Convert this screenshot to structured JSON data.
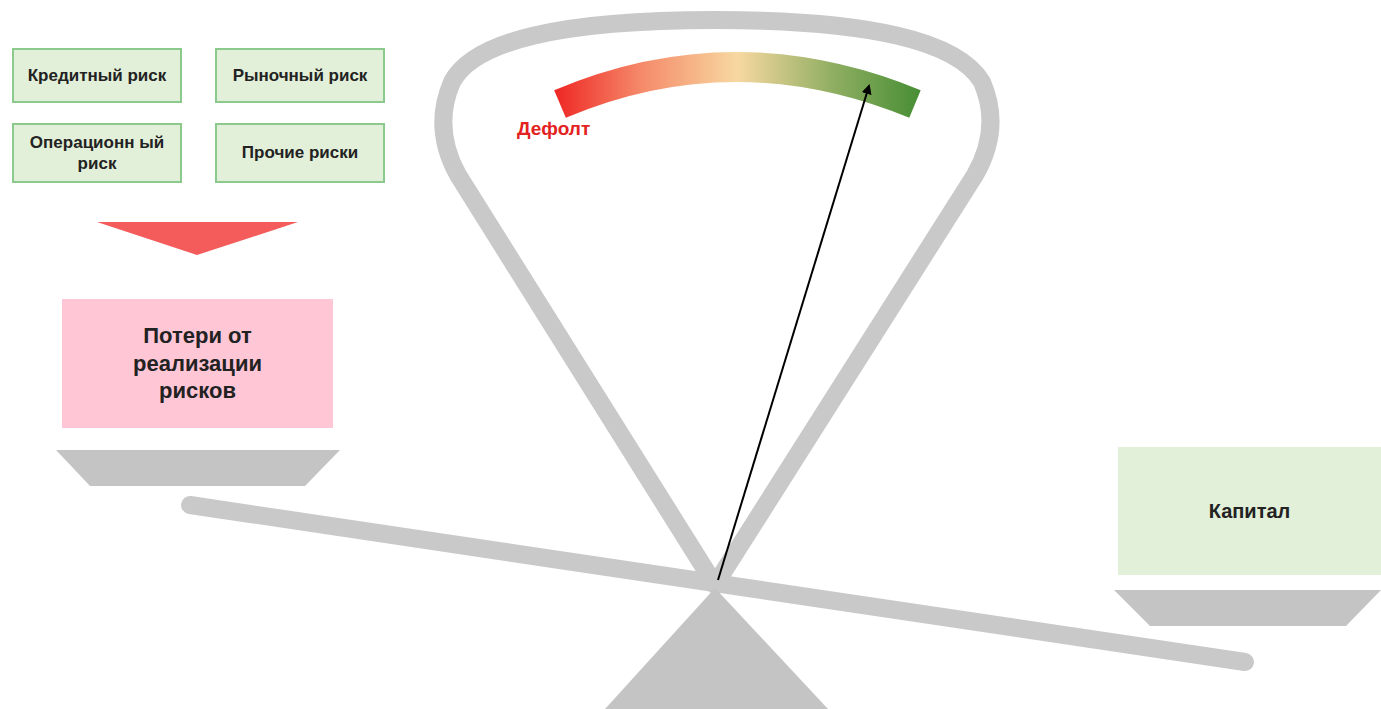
{
  "diagram": {
    "nodes": [
      {
        "text": [
          "Кредитный риск"
        ]
      },
      {
        "text": [
          "Рыночный риск"
        ]
      },
      {
        "text": [
          "Операционн ый риск"
        ]
      },
      {
        "text": [
          "Прочие риски"
        ]
      },
      {
        "text": [
          "Потери от реализации рисков"
        ]
      },
      {
        "text": [
          "Капитал"
        ]
      }
    ],
    "labels": [
      "Дефолт"
    ]
  }
}
